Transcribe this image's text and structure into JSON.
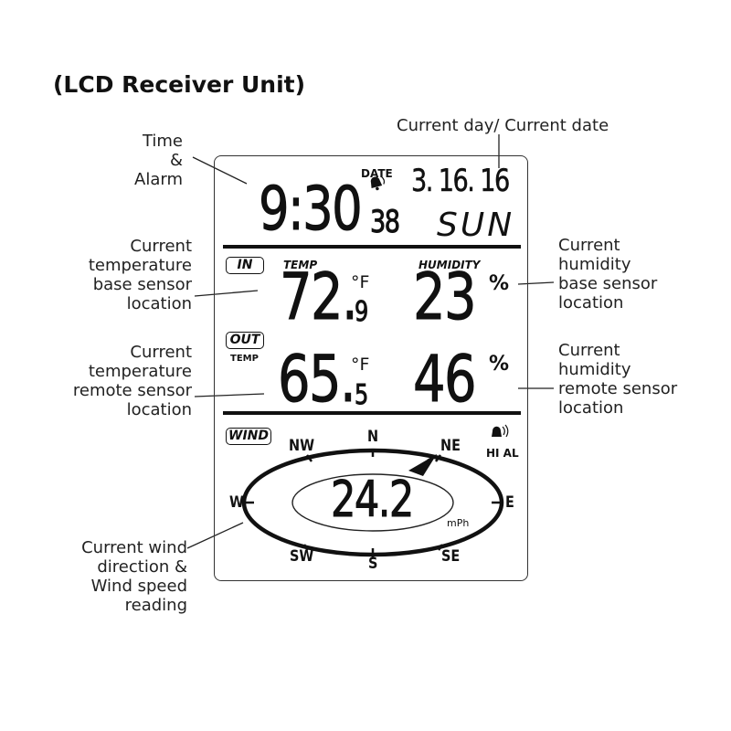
{
  "title": "(LCD Receiver Unit)",
  "annotations": {
    "time_alarm": [
      "Time",
      "&",
      "Alarm"
    ],
    "day_date": "Current day/ Current date",
    "temp_base": [
      "Current",
      "temperature",
      "base sensor",
      "location"
    ],
    "humidity_base": [
      "Current",
      "humidity",
      "base sensor",
      "location"
    ],
    "temp_remote": [
      "Current",
      "temperature",
      "remote sensor",
      "location"
    ],
    "humidity_remote": [
      "Current",
      "humidity",
      "remote sensor",
      "location"
    ],
    "wind": [
      "Current wind",
      "direction &",
      "Wind speed",
      "reading"
    ]
  },
  "lcd": {
    "date_label": "DATE",
    "time_main": "9:30",
    "time_seconds": "38",
    "date": "3. 16. 16",
    "day": "SUN",
    "in_tag": "IN",
    "out_tag": "OUT",
    "temp_label": "TEMP",
    "humidity_label": "HUMIDITY",
    "out_temp_label": "TEMP",
    "in_temp_int": "72.",
    "in_temp_dec": "9",
    "in_unit": "°F",
    "in_humidity": "23",
    "percent": "%",
    "out_temp_int": "65.",
    "out_temp_dec": "5",
    "out_unit": "°F",
    "out_humidity": "46",
    "wind_tag": "WIND",
    "hi_al": "HI AL",
    "wind_speed": "24.2",
    "wind_unit": "mPh",
    "directions": {
      "n": "N",
      "ne": "NE",
      "e": "E",
      "se": "SE",
      "s": "S",
      "sw": "SW",
      "w": "W",
      "nw": "NW"
    }
  }
}
